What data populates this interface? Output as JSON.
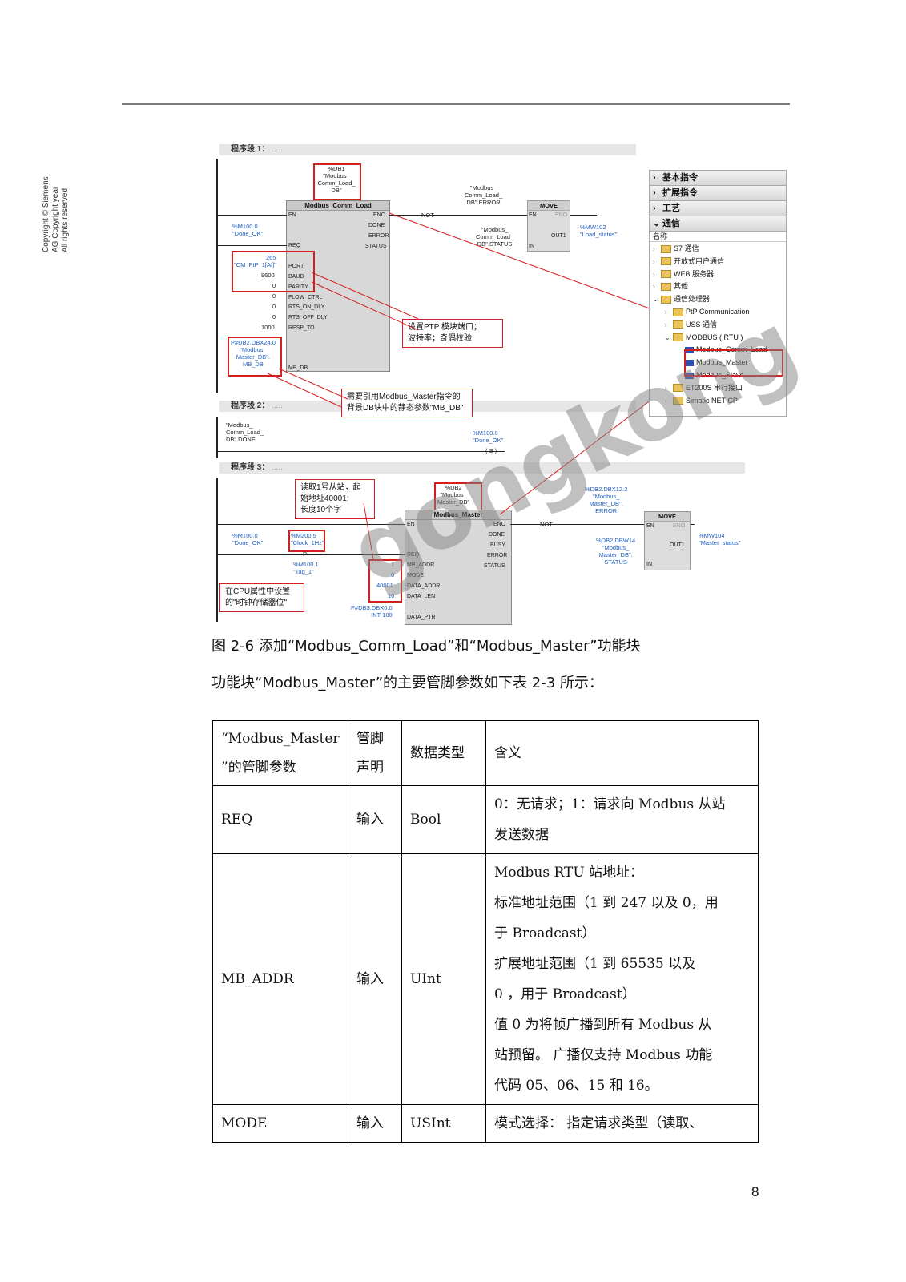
{
  "copyright": [
    "Copyright © Siemens",
    "AG Copyright year",
    "All rights reserved"
  ],
  "diagram": {
    "segments": [
      "程序段 1：",
      "程序段 2：",
      "程序段 3：",
      "....."
    ],
    "load_db": "%DB1\n\"Modbus_\nComm_Load_\nDB\"",
    "load_block_title": "Modbus_Comm_Load",
    "load_pins_left": [
      "EN",
      "REQ",
      "PORT",
      "BAUD",
      "PARITY",
      "FLOW_CTRL",
      "RTS_ON_DLY",
      "RTS_OFF_DLY",
      "RESP_TO",
      "MB_DB"
    ],
    "load_pins_right": [
      "ENO",
      "DONE",
      "ERROR",
      "STATUS"
    ],
    "load_values": [
      "265",
      "\"CM_PtP_1[AI]\"",
      "9600",
      "0",
      "0",
      "0",
      "0",
      "1000"
    ],
    "done_ok_tag": "%M100.0\n\"Done_OK\"",
    "mbdb_tag": "P#DB2.DBX24.0\n\"Modbus_\nMaster_DB\".\nMB_DB",
    "load_error_tag": "\"Modbus_\nComm_Load_\nDB\".ERROR",
    "load_status_tag": "\"Modbus_\nComm_Load_\nDB\".STATUS",
    "not_label": "NOT",
    "move_title": "MOVE",
    "move_pins": [
      "EN",
      "ENO",
      "IN",
      "OUT1"
    ],
    "load_status_out": "%MW102\n\"Load_status\"",
    "callout_port": "设置PTP 模块端口；\n波特率；奇偶校验",
    "callout_mbdb": "需要引用Modbus_Master指令的\n背景DB块中的静态参数\"MB_DB\"",
    "seg2_done_tag": "\"Modbus_\nComm_Load_\nDB\".DONE",
    "seg2_coil": "%M100.0\n\"Done_OK\"",
    "seg2_coil_symbol": "( S )",
    "callout_read": "读取1号从站，起\n始地址40001;\n长度10个字",
    "master_db": "%DB2\n\"Modbus_\nMaster_DB\"",
    "master_block_title": "Modbus_Master",
    "master_pins_left": [
      "EN",
      "REQ",
      "MB_ADDR",
      "MODE",
      "DATA_ADDR",
      "DATA_LEN",
      "DATA_PTR"
    ],
    "master_pins_right": [
      "ENO",
      "DONE",
      "BUSY",
      "ERROR",
      "STATUS"
    ],
    "master_values": [
      "1",
      "0",
      "40001",
      "10"
    ],
    "data_ptr": "P#DB3.DBX0.0\nINT 100",
    "seg3_done_tag": "%M100.0\n\"Done_OK\"",
    "clock_tag": "%M200.5\n\"Clock_1Hz\"",
    "p_symbol": "P",
    "tag1": "%M100.1\n\"Tag_1\"",
    "callout_cpu": "在CPU属性中设置\n的\"时钟存储器位\"",
    "master_error_tag": "%DB2.DBX12.2\n\"Modbus_\nMaster_DB\".\nERROR",
    "master_status_tag": "%DB2.DBW14\n\"Modbus_\nMaster_DB\".\nSTATUS",
    "master_status_out": "%MW104\n\"Master_status\""
  },
  "panel": {
    "categories": [
      "基本指令",
      "扩展指令",
      "工艺",
      "通信"
    ],
    "name_header": "名称",
    "items": [
      {
        "label": "S7 通信",
        "level": 0,
        "type": "folder",
        "arrow": "›"
      },
      {
        "label": "开放式用户通信",
        "level": 0,
        "type": "folder",
        "arrow": "›"
      },
      {
        "label": "WEB 服务器",
        "level": 0,
        "type": "folder",
        "arrow": "›"
      },
      {
        "label": "其他",
        "level": 0,
        "type": "folder",
        "arrow": "›"
      },
      {
        "label": "通信处理器",
        "level": 0,
        "type": "folder",
        "arrow": "⌄"
      },
      {
        "label": "PtP Communication",
        "level": 1,
        "type": "folder",
        "arrow": "›"
      },
      {
        "label": "USS 通信",
        "level": 1,
        "type": "folder",
        "arrow": "›"
      },
      {
        "label": "MODBUS ( RTU )",
        "level": 1,
        "type": "folder",
        "arrow": "⌄"
      },
      {
        "label": "Modbus_Comm_Load",
        "level": 2,
        "type": "block",
        "arrow": ""
      },
      {
        "label": "Modbus_Master",
        "level": 2,
        "type": "block",
        "arrow": ""
      },
      {
        "label": "Modbus_Slave",
        "level": 2,
        "type": "block",
        "arrow": ""
      },
      {
        "label": "ET200S 串行接口",
        "level": 1,
        "type": "folder",
        "arrow": "›"
      },
      {
        "label": "Simatic NET CP",
        "level": 1,
        "type": "folder",
        "arrow": "›"
      }
    ]
  },
  "watermark": "gongkong",
  "caption": "图 2-6 添加“Modbus_Comm_Load”和“Modbus_Master”功能块",
  "intro": "功能块“Modbus_Master”的主要管脚参数如下表 2-3 所示：",
  "table": {
    "headers": [
      "“Modbus_Master\n”的管脚参数",
      "管脚\n声明",
      "数据类型",
      "含义"
    ],
    "rows": [
      [
        "REQ",
        "输入",
        "Bool",
        "0：无请求；1：请求向 Modbus 从站\n发送数据"
      ],
      [
        "MB_ADDR",
        "输入",
        "UInt",
        "Modbus RTU 站地址：\n标准地址范围（1 到 247 以及 0，用\n于 Broadcast）\n扩展地址范围（1 到 65535 以及\n0 ，用于 Broadcast）\n值 0 为将帧广播到所有 Modbus 从\n站预留。 广播仅支持 Modbus 功能\n代码 05、06、15 和 16。"
      ],
      [
        "MODE",
        "输入",
        "USInt",
        "模式选择： 指定请求类型（读取、"
      ]
    ]
  },
  "page_number": "8"
}
